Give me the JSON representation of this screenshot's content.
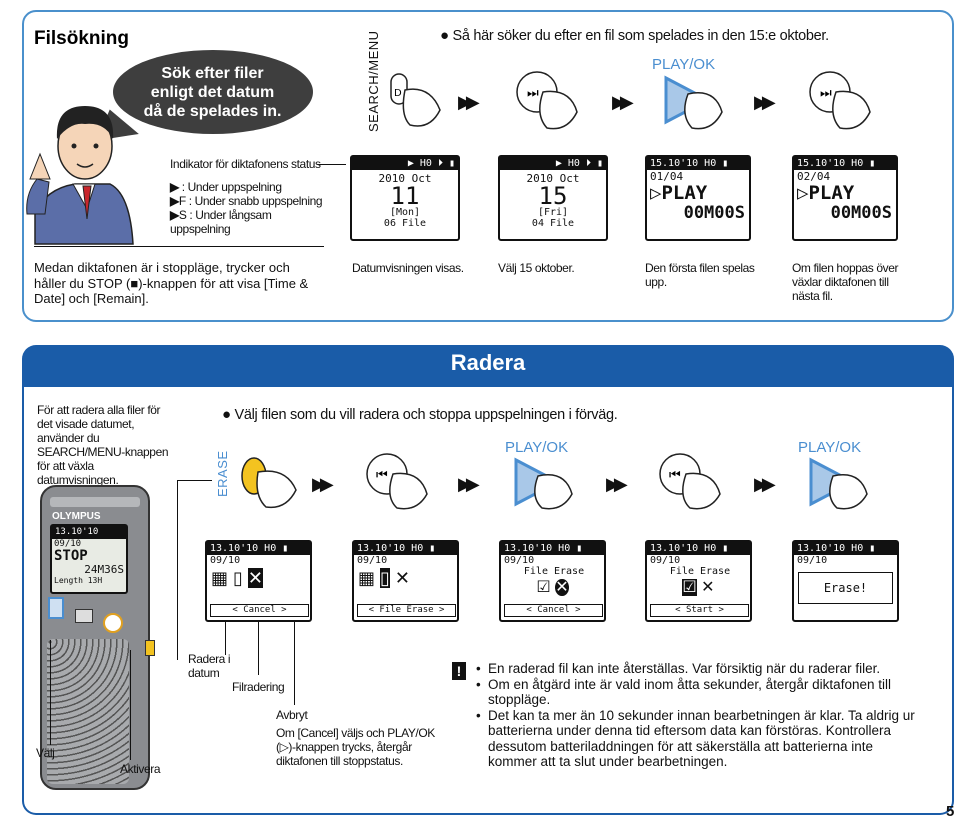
{
  "search": {
    "title": "Filsökning",
    "bubble": [
      "Sök efter filer",
      "enligt det datum",
      "då de spelades in."
    ],
    "heading": "Så här söker du efter en fil som spelades in den 15:e oktober.",
    "search_menu_label": "SEARCH/MENU",
    "play_ok_label": "PLAY/OK",
    "status_title": "Indikator för diktafonens status",
    "status_items": [
      ": Under uppspelning",
      "F : Under snabb uppspelning",
      "S : Under långsam uppspelning"
    ],
    "instruction": "Medan diktafonen är i stoppläge, trycker och håller du STOP (■)-knappen för att visa [Time & Date] och [Remain].",
    "screens": [
      {
        "top": "▶ H0 ⏵ ▮",
        "date": "2010 Oct",
        "num": "11",
        "day": "[Mon]",
        "file": "06 File"
      },
      {
        "top": "▶ H0 ⏵ ▮",
        "date": "2010 Oct",
        "num": "15",
        "day": "[Fri]",
        "file": "04 File"
      },
      {
        "top": "15.10'10 H0 ▮",
        "file": "01/04",
        "big": "▷PLAY",
        "time": "00M00S"
      },
      {
        "top": "15.10'10 H0 ▮",
        "file": "02/04",
        "big": "▷PLAY",
        "time": "00M00S"
      }
    ],
    "captions": [
      "Datumvisningen visas.",
      "Välj 15 oktober.",
      "Den första filen spelas upp.",
      "Om filen hoppas över växlar diktafonen till nästa fil."
    ]
  },
  "erase": {
    "title": "Radera",
    "intro": "För att radera alla filer för det visade datumet, använder du SEARCH/MENU-knappen för att växla datumvisningen.",
    "heading": "Välj filen som du vill radera och stoppa uppspelningen i förväg.",
    "erase_label": "ERASE",
    "play_ok_1": "PLAY/OK",
    "play_ok_2": "PLAY/OK",
    "device": {
      "brand": "OLYMPUS",
      "top": "13.10'10",
      "file": "09/10",
      "stop": "STOP",
      "length": "Length 13H",
      "time": "24M36S"
    },
    "screens": [
      {
        "top": "13.10'10 H0 ▮",
        "file": "09/10",
        "bottom": "< Cancel >"
      },
      {
        "top": "13.10'10 H0 ▮",
        "file": "09/10",
        "bottom": "< File Erase >"
      },
      {
        "top": "13.10'10 H0 ▮",
        "file": "09/10",
        "mid": "File Erase",
        "bottom": "< Cancel >"
      },
      {
        "top": "13.10'10 H0 ▮",
        "file": "09/10",
        "mid": "File Erase",
        "bottom": "< Start >"
      },
      {
        "top": "13.10'10 H0 ▮",
        "file": "09/10",
        "mid": "Erase!"
      }
    ],
    "labels": {
      "date": "Radera i datum",
      "file": "Filradering",
      "cancel_title": "Avbryt",
      "cancel_text": "Om [Cancel] väljs och PLAY/OK (▷)-knappen trycks, återgår diktafonen till stoppstatus.",
      "select": "Välj",
      "activate": "Aktivera"
    },
    "notes": [
      "En raderad fil kan inte återställas. Var försiktig när du raderar filer.",
      "Om en åtgärd inte är vald inom åtta sekunder, återgår diktafonen till stoppläge.",
      "Det kan ta mer än 10 sekunder innan bearbetningen är klar. Ta aldrig ur batterierna under denna tid eftersom data kan förstöras. Kontrollera dessutom batteriladdningen för att säkerställa att batterierna inte kommer att ta slut under bearbetningen."
    ]
  },
  "page_number": "5"
}
